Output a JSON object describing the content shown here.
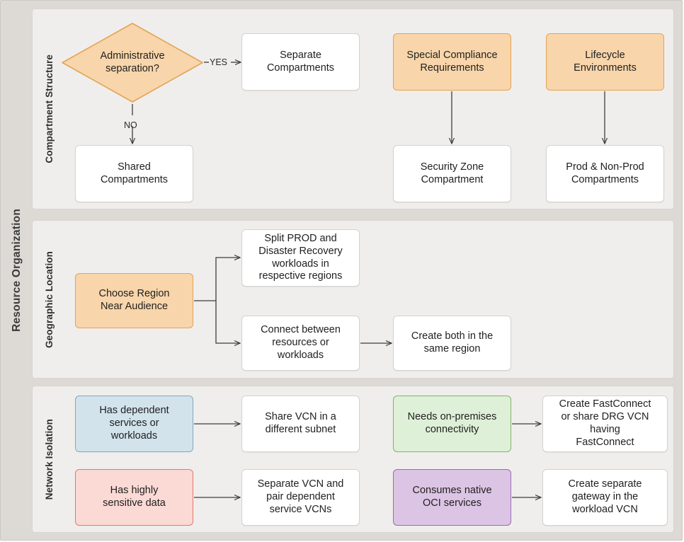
{
  "diagram": {
    "outer_label": "Resource Organization",
    "background": "#dddad6",
    "section_background": "#efeeec"
  },
  "palette": {
    "orange_fill": "#f8d5aa",
    "orange_border": "#e3a456",
    "blue_fill": "#d2e3ec",
    "blue_border": "#7fa8bd",
    "red_fill": "#fbd9d4",
    "red_border": "#e8776a",
    "green_fill": "#dff0d8",
    "green_border": "#86b06d",
    "purple_fill": "#dcc4e4",
    "purple_border": "#9b6bb0",
    "white_fill": "#ffffff",
    "white_border": "#d5d2ce",
    "edge_stroke": "#4a4a4a"
  },
  "sections": [
    {
      "label": "Compartment Structure",
      "nodes": {
        "decision": "Administrative\nseparation?",
        "separate_compartments": "Separate\nCompartments",
        "shared_compartments": "Shared\nCompartments",
        "special_compliance": "Special Compliance\nRequirements",
        "security_zone": "Security Zone\nCompartment",
        "lifecycle_environments": "Lifecycle\nEnvironments",
        "prod_nonprod": "Prod & Non-Prod\nCompartments"
      },
      "edge_labels": {
        "yes": "YES",
        "no": "NO"
      }
    },
    {
      "label": "Geographic Location",
      "nodes": {
        "choose_region": "Choose Region\nNear Audience",
        "split_prod": "Split PROD and\nDisaster Recovery\nworkloads in\nrespective regions",
        "connect_between": "Connect between\nresources or\nworkloads",
        "create_both": "Create both in the\nsame region"
      }
    },
    {
      "label": "Network Isolation",
      "nodes": {
        "dependent_services": "Has dependent\nservices or\nworkloads",
        "share_vcn": "Share VCN in a\ndifferent subnet",
        "sensitive_data": "Has highly\nsensitive data",
        "separate_vcn": "Separate VCN and\npair dependent\nservice VCNs",
        "on_premises": "Needs on-premises\nconnectivity",
        "fastconnect": "Create FastConnect\nor share DRG VCN\nhaving\nFastConnect",
        "native_oci": "Consumes native\nOCI services",
        "separate_gateway": "Create separate\ngateway in the\nworkload VCN"
      }
    }
  ]
}
